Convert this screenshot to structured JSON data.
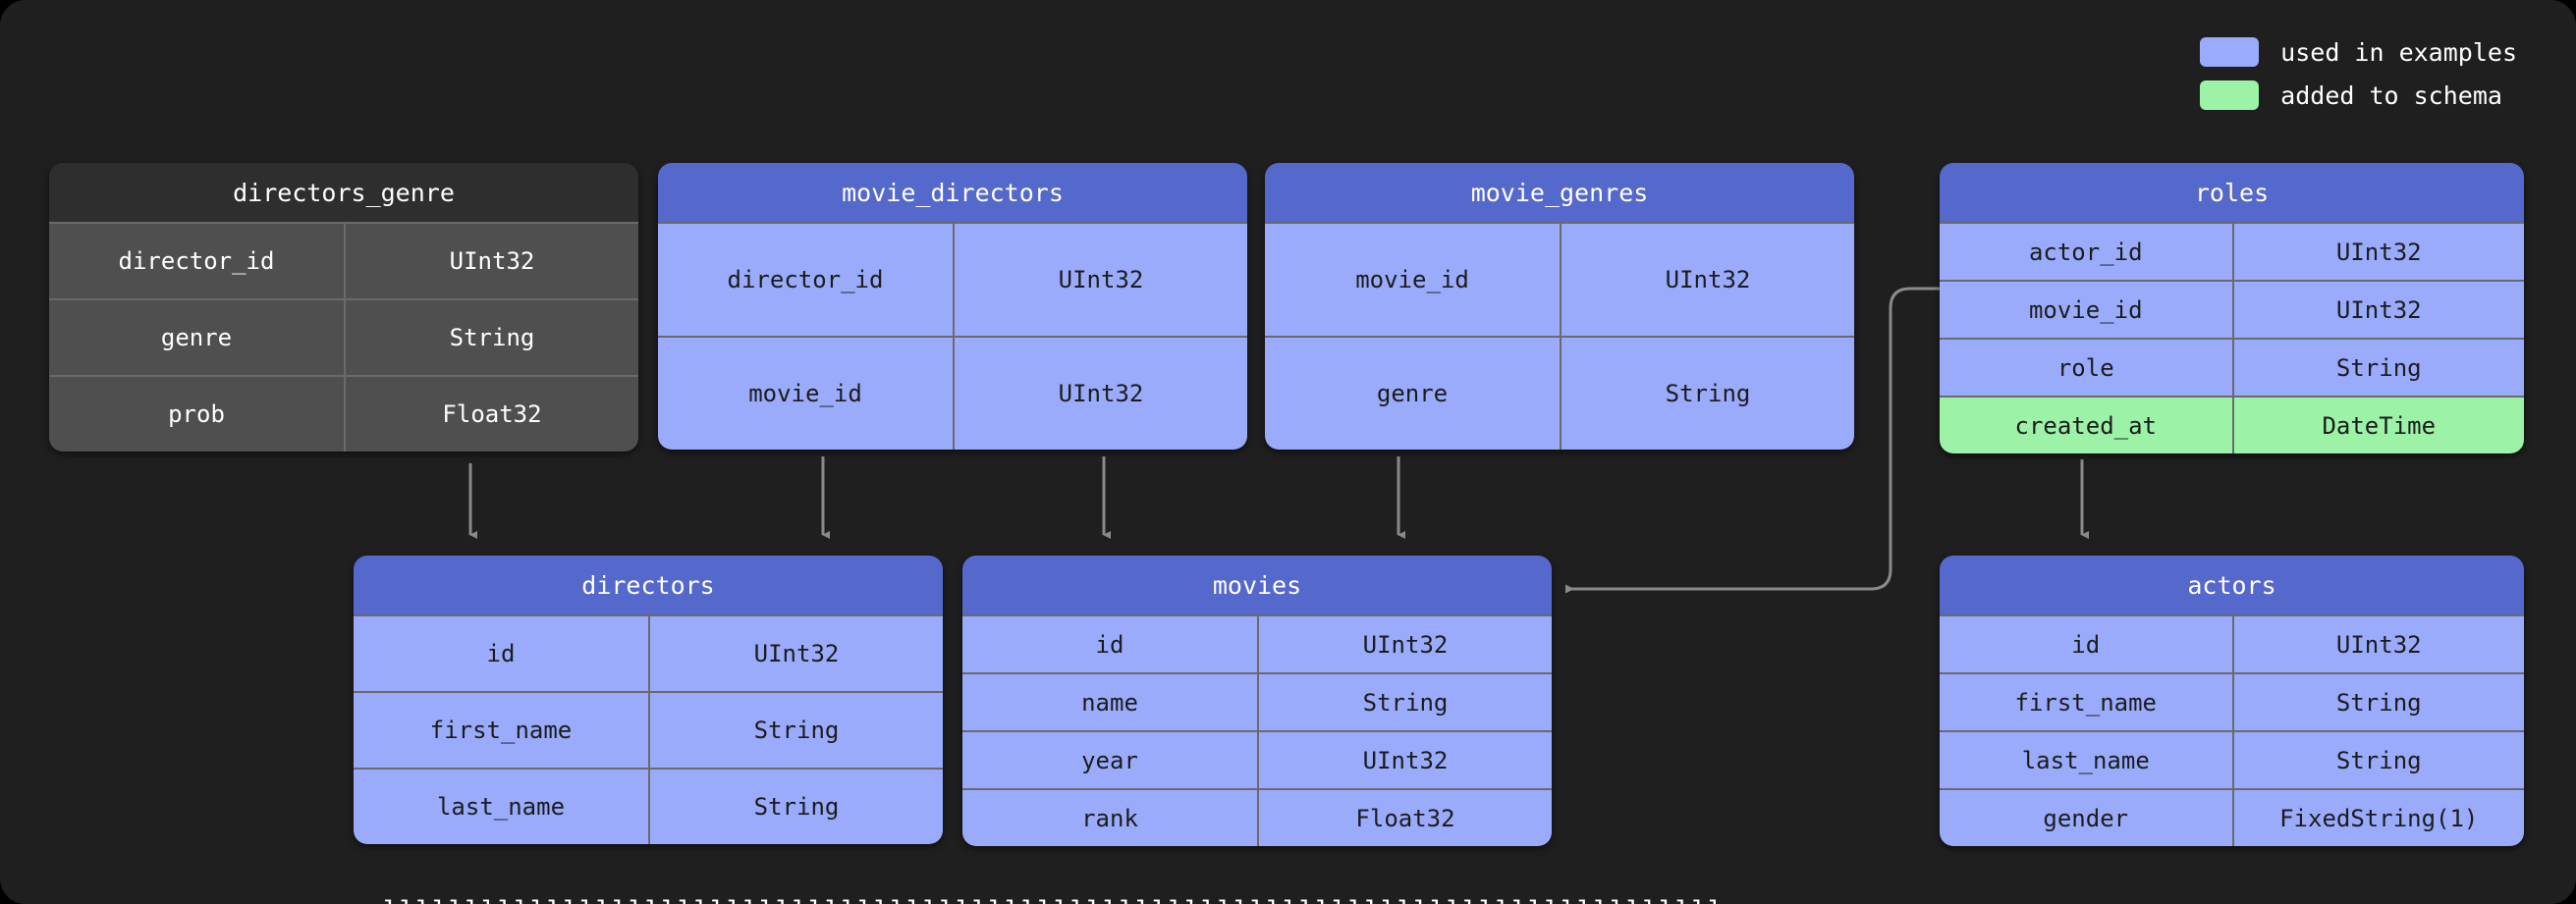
{
  "legend": {
    "items": [
      {
        "label": "used in examples",
        "color": "#9aabfc",
        "name": "used-in-examples"
      },
      {
        "label": "added to schema",
        "color": "#9cf3a8",
        "name": "added-to-schema"
      }
    ]
  },
  "colors": {
    "canvas_background": "#1f1f1f",
    "page_background": "#000000",
    "blue_header": "#5568cc",
    "blue_body": "#9aabfc",
    "green_row": "#9cf3a8",
    "grey_header": "#2e2e2e",
    "grey_body": "#4f4f4f",
    "divider": "#6a6a6a",
    "connector": "#8a8a8a",
    "title_text": "#ffffff"
  },
  "tables": [
    {
      "id": "directors_genre",
      "title": "directors_genre",
      "theme": "grey",
      "highlight": "none",
      "columns": [
        {
          "name": "director_id",
          "type": "UInt32",
          "highlight": "none"
        },
        {
          "name": "genre",
          "type": "String",
          "highlight": "none"
        },
        {
          "name": "prob",
          "type": "Float32",
          "highlight": "none"
        }
      ]
    },
    {
      "id": "movie_directors",
      "title": "movie_directors",
      "theme": "blue",
      "highlight": "used",
      "columns": [
        {
          "name": "director_id",
          "type": "UInt32",
          "highlight": "none"
        },
        {
          "name": "movie_id",
          "type": "UInt32",
          "highlight": "none"
        }
      ]
    },
    {
      "id": "movie_genres",
      "title": "movie_genres",
      "theme": "blue",
      "highlight": "used",
      "columns": [
        {
          "name": "movie_id",
          "type": "UInt32",
          "highlight": "none"
        },
        {
          "name": "genre",
          "type": "String",
          "highlight": "none"
        }
      ]
    },
    {
      "id": "roles",
      "title": "roles",
      "theme": "blue",
      "highlight": "used",
      "columns": [
        {
          "name": "actor_id",
          "type": "UInt32",
          "highlight": "none"
        },
        {
          "name": "movie_id",
          "type": "UInt32",
          "highlight": "none"
        },
        {
          "name": "role",
          "type": "String",
          "highlight": "none"
        },
        {
          "name": "created_at",
          "type": "DateTime",
          "highlight": "added"
        }
      ]
    },
    {
      "id": "directors",
      "title": "directors",
      "theme": "blue",
      "highlight": "used",
      "columns": [
        {
          "name": "id",
          "type": "UInt32",
          "highlight": "none"
        },
        {
          "name": "first_name",
          "type": "String",
          "highlight": "none"
        },
        {
          "name": "last_name",
          "type": "String",
          "highlight": "none"
        }
      ]
    },
    {
      "id": "movies",
      "title": "movies",
      "theme": "blue",
      "highlight": "used",
      "columns": [
        {
          "name": "id",
          "type": "UInt32",
          "highlight": "none"
        },
        {
          "name": "name",
          "type": "String",
          "highlight": "none"
        },
        {
          "name": "year",
          "type": "UInt32",
          "highlight": "none"
        },
        {
          "name": "rank",
          "type": "Float32",
          "highlight": "none"
        }
      ]
    },
    {
      "id": "actors",
      "title": "actors",
      "theme": "blue",
      "highlight": "used",
      "columns": [
        {
          "name": "id",
          "type": "UInt32",
          "highlight": "none"
        },
        {
          "name": "first_name",
          "type": "String",
          "highlight": "none"
        },
        {
          "name": "last_name",
          "type": "String",
          "highlight": "none"
        },
        {
          "name": "gender",
          "type": "FixedString(1)",
          "highlight": "none"
        }
      ]
    }
  ],
  "relationships": [
    {
      "from": "directors_genre",
      "to": "directors",
      "name": "directors-genre-to-directors"
    },
    {
      "from": "movie_directors",
      "to": "directors",
      "name": "movie-directors-to-directors"
    },
    {
      "from": "movie_directors",
      "to": "movies",
      "name": "movie-directors-to-movies"
    },
    {
      "from": "movie_genres",
      "to": "movies",
      "name": "movie-genres-to-movies"
    },
    {
      "from": "roles",
      "to": "actors",
      "name": "roles-to-actors"
    },
    {
      "from": "roles",
      "to": "movies",
      "name": "roles-to-movies"
    }
  ],
  "clipped_footer": {
    "text": "llllllllllllllllllllllllllllllllllllllllllllllllllllllllllllllllllllllllllllllllll"
  }
}
